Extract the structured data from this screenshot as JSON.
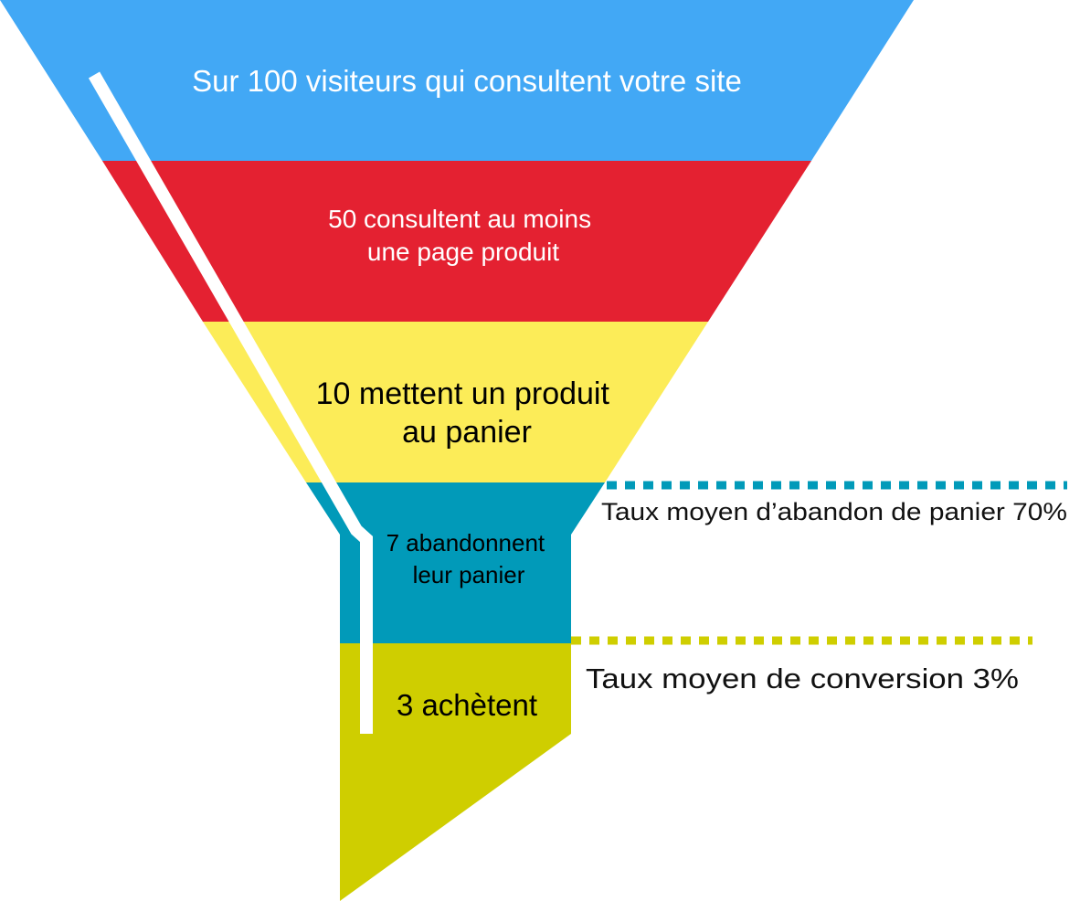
{
  "stages": [
    {
      "id": "visitors",
      "lines": [
        "Sur 100 visiteurs qui consultent votre site"
      ],
      "color": "#42a8f5",
      "text_color": "#ffffff"
    },
    {
      "id": "product-page",
      "lines": [
        "50 consultent au moins",
        "une page produit"
      ],
      "color": "#e42131",
      "text_color": "#ffffff"
    },
    {
      "id": "add-to-cart",
      "lines": [
        "10 mettent un produit",
        "au panier"
      ],
      "color": "#fcec58",
      "text_color": "#000000"
    },
    {
      "id": "abandon",
      "lines": [
        "7 abandonnent",
        "leur panier"
      ],
      "color": "#019ab9",
      "text_color": "#000000"
    },
    {
      "id": "buy",
      "lines": [
        "3 achètent"
      ],
      "color": "#cfce00",
      "text_color": "#000000"
    }
  ],
  "annotations": {
    "abandon_rate": {
      "text": "Taux moyen d’abandon de panier 70%",
      "color": "#019ab9"
    },
    "conversion_rate": {
      "text": "Taux moyen de conversion 3%",
      "color": "#cfce00"
    }
  }
}
